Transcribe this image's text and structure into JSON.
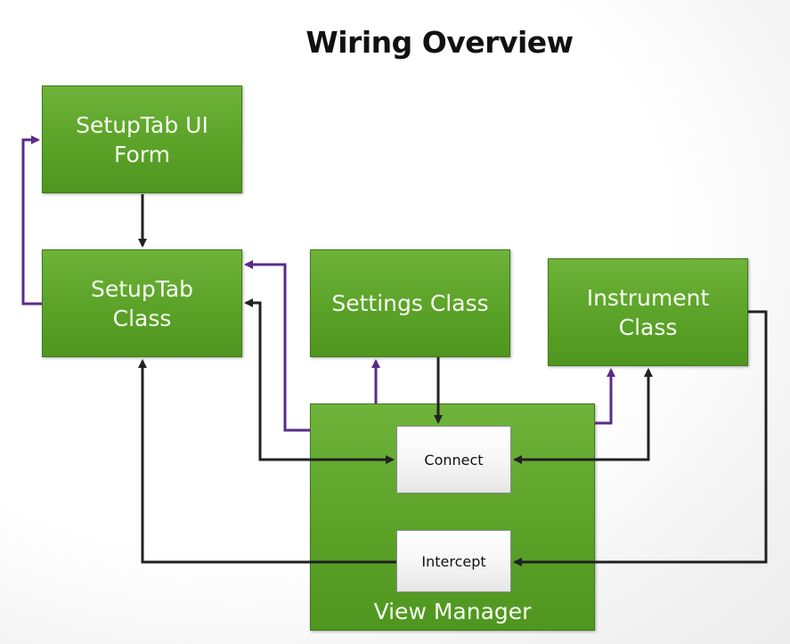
{
  "title": "Wiring Overview",
  "boxes": {
    "setuptab_ui_form": "SetupTab UI\nForm",
    "setuptab_class": "SetupTab\nClass",
    "settings_class": "Settings Class",
    "instrument_class": "Instrument\nClass",
    "view_manager": "View Manager"
  },
  "sub_boxes": {
    "connect": "Connect",
    "intercept": "Intercept"
  },
  "colors": {
    "box_green": "#5ea52b",
    "wire_dark": "#222222",
    "wire_purple": "#5a2a8a"
  }
}
